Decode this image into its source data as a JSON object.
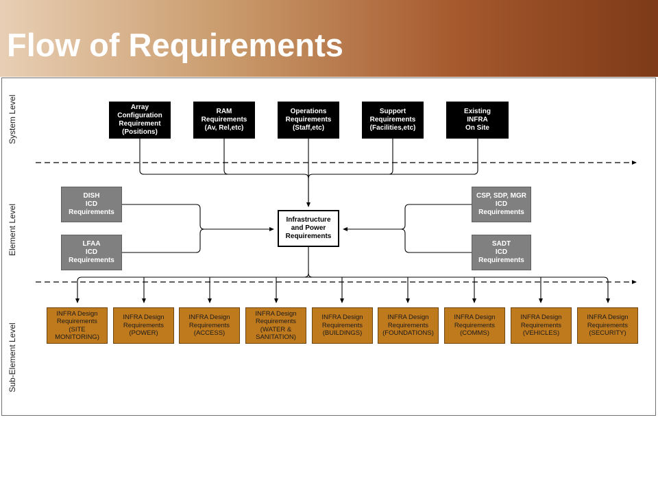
{
  "slide_title": "Flow of Requirements",
  "levels": {
    "system": "System Level",
    "element": "Element Level",
    "subelement": "Sub-Element Level"
  },
  "system_boxes": [
    "Array\nConfiguration\nRequirement\n(Positions)",
    "RAM\nRequirements\n(Av, Rel,etc)",
    "Operations\nRequirements\n(Staff,etc)",
    "Support\nRequirements\n(Facilities,etc)",
    "Existing\nINFRA\nOn Site"
  ],
  "element_left": [
    "DISH\nICD\nRequirements",
    "LFAA\nICD\nRequirements"
  ],
  "element_right": [
    "CSP, SDP, MGR\nICD\nRequirements",
    "SADT\nICD\nRequirements"
  ],
  "center_box": "Infrastructure\nand Power\nRequirements",
  "sub_boxes": [
    "INFRA Design\nRequirements\n(SITE\nMONITORING)",
    "INFRA Design\nRequirements\n(POWER)",
    "INFRA Design\nRequirements\n(ACCESS)",
    "INFRA Design\nRequirements\n(WATER &\nSANITATION)",
    "INFRA Design\nRequirements\n(BUILDINGS)",
    "INFRA Design\nRequirements\n(FOUNDATIONS)",
    "INFRA Design\nRequirements\n(COMMS)",
    "INFRA Design\nRequirements\n(VEHICLES)",
    "INFRA Design\nRequirements\n(SECURITY)"
  ],
  "colors": {
    "banner_start": "#e8cfb4",
    "banner_end": "#7d3a18",
    "system_box": "#000000",
    "element_box": "#808080",
    "sub_box": "#c07a1e"
  }
}
